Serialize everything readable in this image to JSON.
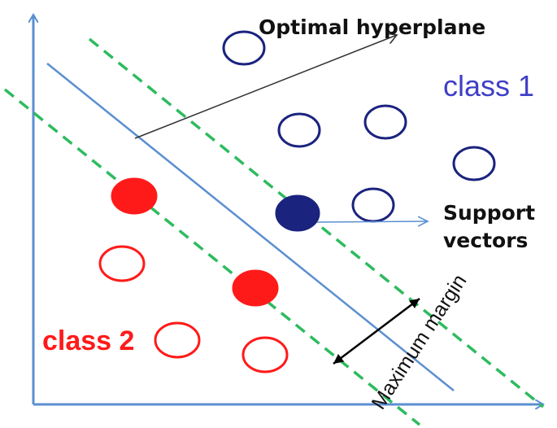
{
  "labels": {
    "optimal_hyperplane": "Optimal hyperplane",
    "class1": "class 1",
    "class2": "class 2",
    "support_line1": "Support",
    "support_line2": "vectors",
    "maximum_margin": "Maximum margin"
  },
  "colors": {
    "axis": "#5b8fd1",
    "hyperplane": "#5b8fd1",
    "margin": "#2dbb5f",
    "class1": "#1a237e",
    "class1_text": "#3f3fc8",
    "class2": "#ff1a1a",
    "arrow": "#000000",
    "support_arrow": "#5b8fd1"
  },
  "class1_points": [
    {
      "filled": false
    },
    {
      "filled": false
    },
    {
      "filled": false
    },
    {
      "filled": false
    },
    {
      "filled": false
    },
    {
      "filled": true
    }
  ],
  "class2_points": [
    {
      "filled": true
    },
    {
      "filled": false
    },
    {
      "filled": true
    },
    {
      "filled": false
    },
    {
      "filled": false
    }
  ]
}
